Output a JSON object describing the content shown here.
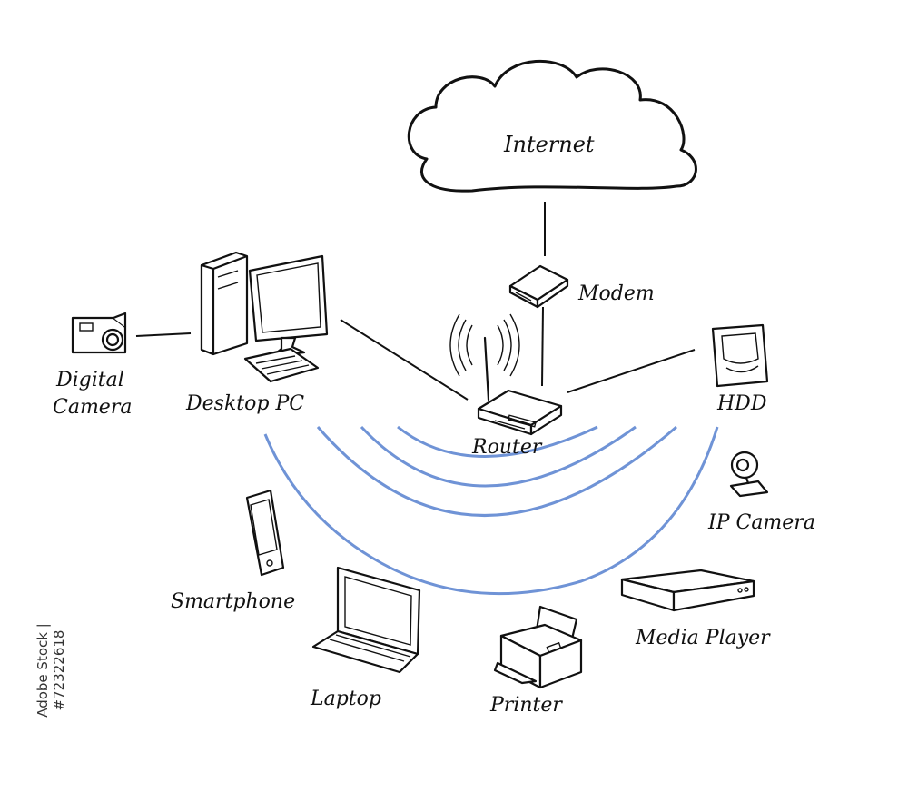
{
  "diagram": {
    "internet": "Internet",
    "modem": "Modem",
    "router": "Router",
    "desktop_pc": "Desktop PC",
    "digital_camera_line1": "Digital",
    "digital_camera_line2": "Camera",
    "hdd": "HDD",
    "ip_camera": "IP Camera",
    "smartphone": "Smartphone",
    "laptop": "Laptop",
    "printer": "Printer",
    "media_player": "Media Player"
  },
  "stamp": "Adobe Stock | #72322618",
  "colors": {
    "wave": "#6f93d6",
    "ink": "#111111"
  },
  "icons": [
    "cloud-icon",
    "modem-icon",
    "router-icon",
    "desktop-pc-icon",
    "digital-camera-icon",
    "hdd-icon",
    "ip-camera-icon",
    "smartphone-icon",
    "laptop-icon",
    "printer-icon",
    "media-player-icon"
  ]
}
